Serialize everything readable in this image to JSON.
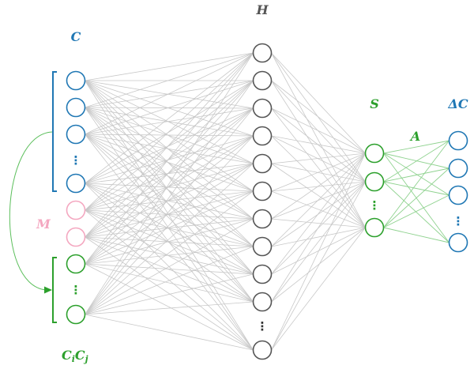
{
  "diagram": {
    "type": "neural-network",
    "labels": {
      "C": "C",
      "M": "M",
      "CiCj_base1": "C",
      "CiCj_sub1": "i",
      "CiCj_base2": "C",
      "CiCj_sub2": "j",
      "H": "H",
      "S": "S",
      "A": "A",
      "deltaC": "ΔC"
    },
    "colors": {
      "C": "#1f77b4",
      "M": "#f4a7c0",
      "CiCj": "#2ca02c",
      "H": "#555555",
      "S": "#2ca02c",
      "A": "#2ca02c",
      "deltaC": "#1f77b4",
      "edge_gray": "#c8c8c8",
      "edge_green": "#8fd28f",
      "arrow": "#5cbf5c"
    },
    "ellipsis": "⋮",
    "layers": {
      "input": {
        "groups": [
          {
            "name": "C",
            "nodes": 4,
            "has_ellipsis": true
          },
          {
            "name": "M",
            "nodes": 2,
            "has_ellipsis": false
          },
          {
            "name": "CiCj",
            "nodes": 2,
            "has_ellipsis": true
          }
        ]
      },
      "hidden": {
        "name": "H",
        "nodes": 11,
        "has_ellipsis": true
      },
      "S": {
        "name": "S",
        "nodes": 3,
        "has_ellipsis": true
      },
      "output": {
        "name": "deltaC",
        "nodes": 4,
        "has_ellipsis": true
      }
    },
    "connections": [
      {
        "from": "input",
        "to": "hidden",
        "style": "fully-connected",
        "color": "gray"
      },
      {
        "from": "hidden",
        "to": "S",
        "style": "fully-connected",
        "color": "gray"
      },
      {
        "from": "S",
        "to": "deltaC",
        "style": "fully-connected",
        "color": "green",
        "label": "A"
      },
      {
        "from": "C",
        "to": "CiCj",
        "style": "curved-arrow",
        "color": "green"
      }
    ]
  }
}
